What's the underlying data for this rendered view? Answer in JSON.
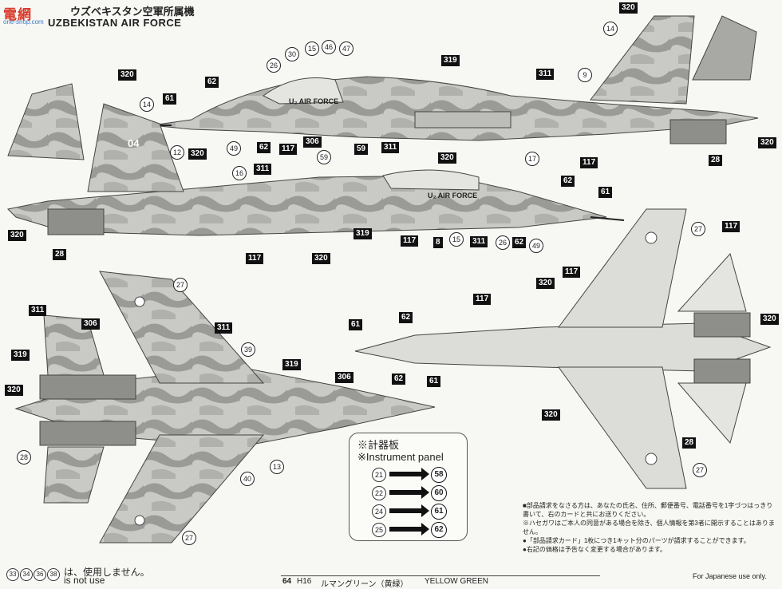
{
  "header": {
    "watermark": "電網",
    "watermark_sub": "one-shop.com",
    "title_jp": "ウズベキスタン空軍所属機",
    "title_en": "UZBEKISTAN AIR FORCE"
  },
  "aircraft_markings": {
    "side_text": "U₂ AIR FORCE",
    "tail_number": "04"
  },
  "callouts": {
    "c320a": "320",
    "c14a": "14",
    "c9": "9",
    "c319a": "319",
    "c311a": "311",
    "c15a": "15",
    "c46": "46",
    "c47": "47",
    "c30": "30",
    "c26a": "26",
    "c62a": "62",
    "c61a": "61",
    "c49a": "49",
    "c62b": "62",
    "c117a": "117",
    "c306a": "306",
    "c59a": "59",
    "c59b": "59",
    "c311b": "311",
    "c320b": "320",
    "c17": "17",
    "c117b": "117",
    "c28a": "28",
    "c320c": "320",
    "c320d": "320",
    "c14b": "14",
    "c12": "12",
    "c320e": "320",
    "c16": "16",
    "c311c": "311",
    "c62c": "62",
    "c61b": "61",
    "c320f": "320",
    "c28b": "28",
    "c117c": "117",
    "c319b": "319",
    "c320g": "320",
    "c117d": "117",
    "c8": "8",
    "c15b": "15",
    "c311d": "311",
    "c26b": "26",
    "c62d": "62",
    "c49b": "49",
    "c27a": "27",
    "c311e": "311",
    "c306b": "306",
    "c319c": "319",
    "c320h": "320",
    "c28c": "28",
    "c311f": "311",
    "c39": "39",
    "c319d": "319",
    "c306c": "306",
    "c62e": "62",
    "c61c": "61",
    "c13": "13",
    "c40": "40",
    "c27b": "27",
    "c27c": "27",
    "c117e": "117",
    "c117f": "117",
    "c320i": "320",
    "c61d": "61",
    "c62f": "62",
    "c320j": "320",
    "c320k": "320",
    "c28d": "28",
    "c27d": "27"
  },
  "instrument_panel": {
    "title_jp": "※計器板",
    "title_en": "※Instrument panel",
    "rows": [
      {
        "from": "21",
        "to": "58"
      },
      {
        "from": "22",
        "to": "60"
      },
      {
        "from": "24",
        "to": "61"
      },
      {
        "from": "25",
        "to": "62"
      }
    ]
  },
  "notes": [
    "■部品請求をなさる方は、あなたの氏名、住所、郵便番号、電話番号を1字づつはっきり書いて、右のカードと共にお送りください。",
    "※ハセガワはご本人の同意がある場合を除き、個人情報を第3者に開示することはありません。",
    "●「部品請求カード」1枚につき1キット分のパーツが請求することができます。",
    "●右記の価格は予告なく変更する場合があります。"
  ],
  "japanese_only": "For Japanese use only.",
  "unused_parts": {
    "circles": [
      "33",
      "34",
      "36",
      "38"
    ],
    "text_jp": "は、使用しません。",
    "text_en": "is not use"
  },
  "color_bar": {
    "code1": "64",
    "code2": "H16",
    "name_jp": "ルマングリーン（黄緑）",
    "name_en": "YELLOW GREEN"
  }
}
